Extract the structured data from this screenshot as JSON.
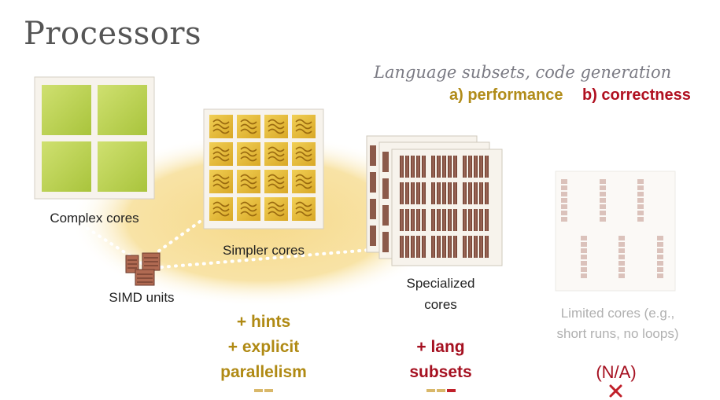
{
  "title": "Processors",
  "subtitle": "Language subsets, code generation",
  "legend": {
    "performance": "a) performance",
    "correctness": "b) correctness"
  },
  "labels": {
    "complex": "Complex cores",
    "simpler": "Simpler cores",
    "simd": "SIMD units",
    "specialized_1": "Specialized",
    "specialized_2": "cores",
    "limited_1": "Limited cores (e.g.,",
    "limited_2": "short runs, no loops)"
  },
  "annotations": {
    "hints_1": "+ hints",
    "hints_2": "+ explicit",
    "hints_3": "parallelism",
    "lang_1": "+ lang",
    "lang_2": "subsets",
    "na": "(N/A)"
  },
  "colors": {
    "gold": "#b08a14",
    "red": "#a51020",
    "gray": "#b0b0b0"
  },
  "icons": {
    "not_applicable": "x-mark-icon"
  }
}
